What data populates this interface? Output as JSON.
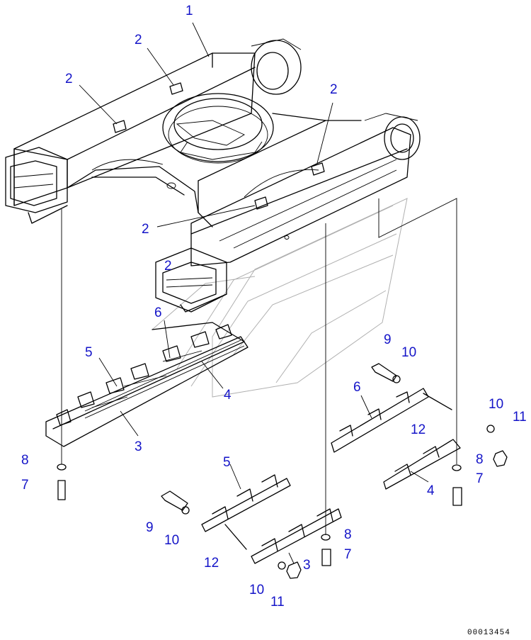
{
  "callouts": [
    "1",
    "2",
    "2",
    "2",
    "2",
    "2",
    "6",
    "5",
    "4",
    "3",
    "8",
    "7",
    "9",
    "10",
    "6",
    "12",
    "10",
    "11",
    "8",
    "7",
    "4",
    "5",
    "9",
    "10",
    "12",
    "8",
    "7",
    "3",
    "10",
    "11"
  ],
  "drawing_number": "00013454"
}
